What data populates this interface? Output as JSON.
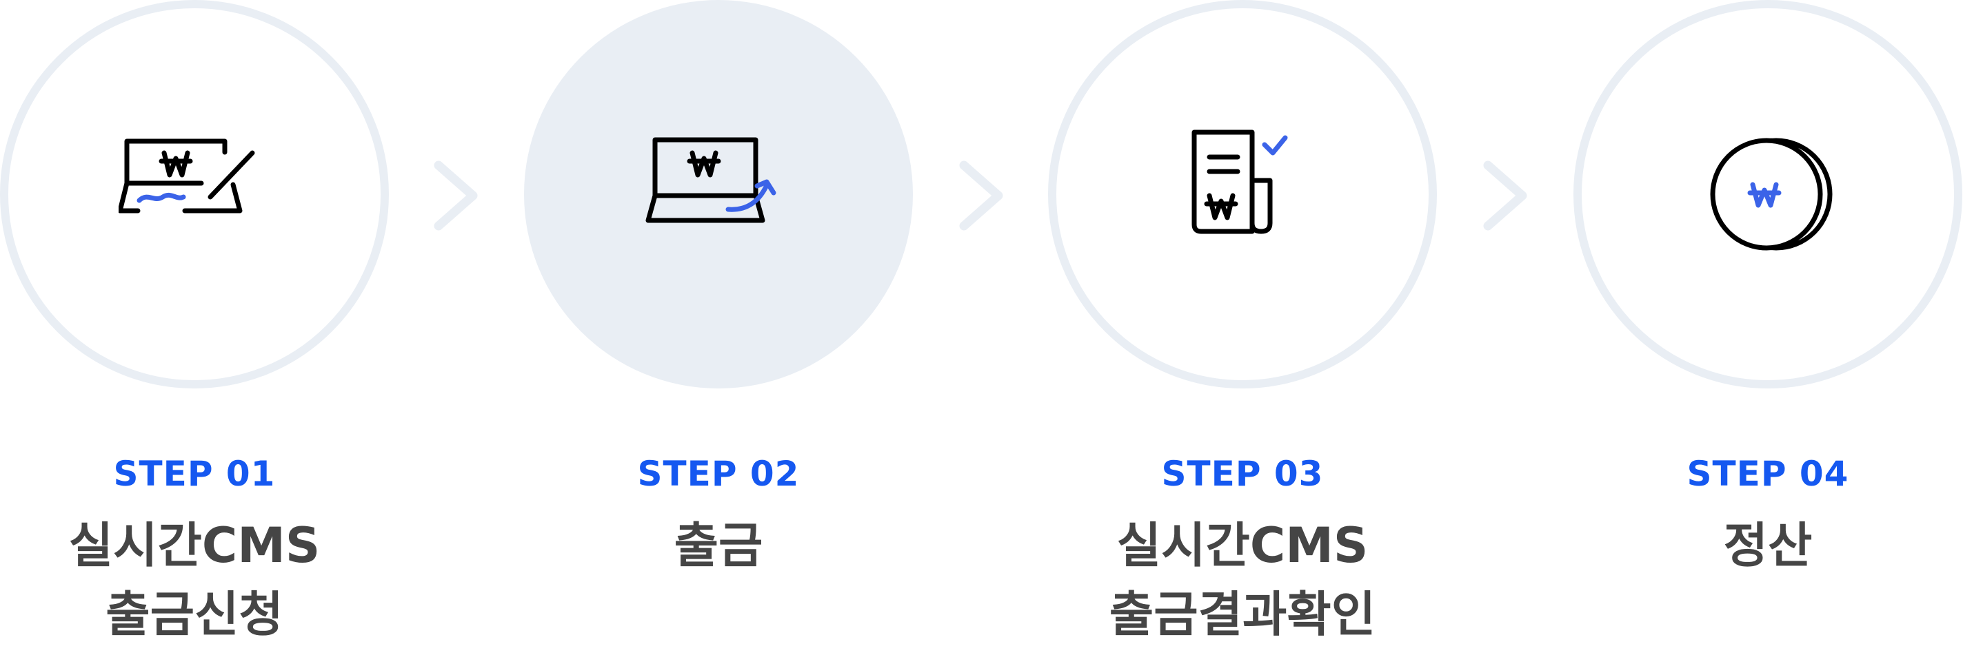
{
  "colors": {
    "accent": "#1558f0",
    "circle_gray": "#e9eef4",
    "title_text": "#454545",
    "icon_stroke": "#000000",
    "icon_accent": "#3b63e8"
  },
  "steps": [
    {
      "label": "STEP 01",
      "title_lines": [
        "실시간CMS",
        "출금신청"
      ],
      "icon": "laptop-pen-signature-icon",
      "active": false
    },
    {
      "label": "STEP 02",
      "title_lines": [
        "출금"
      ],
      "icon": "laptop-withdraw-arrow-icon",
      "active": true
    },
    {
      "label": "STEP 03",
      "title_lines": [
        "실시간CMS",
        "출금결과확인"
      ],
      "icon": "receipt-check-icon",
      "active": false
    },
    {
      "label": "STEP 04",
      "title_lines": [
        "정산"
      ],
      "icon": "coin-won-icon",
      "active": false
    }
  ],
  "separator_icon": "chevron-right-icon"
}
